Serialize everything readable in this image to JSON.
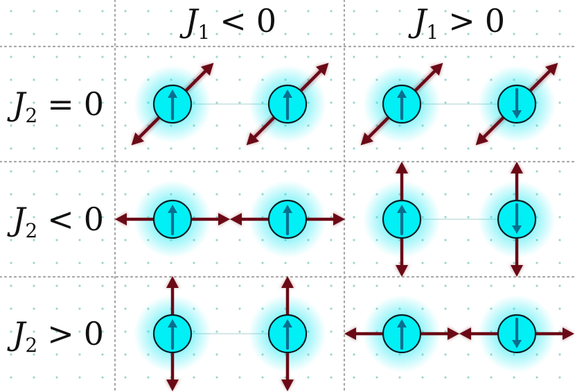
{
  "columns": [
    {
      "sym": "J",
      "sub": "1",
      "rel": "<",
      "val": "0"
    },
    {
      "sym": "J",
      "sub": "1",
      "rel": ">",
      "val": "0"
    }
  ],
  "rows": [
    {
      "sym": "J",
      "sub": "2",
      "rel": "=",
      "val": "0"
    },
    {
      "sym": "J",
      "sub": "2",
      "rel": "<",
      "val": "0"
    },
    {
      "sym": "J",
      "sub": "2",
      "rel": ">",
      "val": "0"
    }
  ],
  "cells": [
    [
      {
        "spins": [
          "up",
          "up"
        ],
        "axis": "diagonal"
      },
      {
        "spins": [
          "up",
          "down"
        ],
        "axis": "diagonal"
      }
    ],
    [
      {
        "spins": [
          "up",
          "up"
        ],
        "axis": "horizontal"
      },
      {
        "spins": [
          "up",
          "down"
        ],
        "axis": "vertical"
      }
    ],
    [
      {
        "spins": [
          "up",
          "up"
        ],
        "axis": "vertical"
      },
      {
        "spins": [
          "up",
          "down"
        ],
        "axis": "horizontal"
      }
    ]
  ],
  "colors": {
    "atom_fill": "#00f0f5",
    "atom_glow": "#00e5f0",
    "spin_arrow": "#0a6f8e",
    "axis_arrow": "#6b0a16",
    "grid_line": "#a8a8a8",
    "dot": "#9ed6cf"
  }
}
